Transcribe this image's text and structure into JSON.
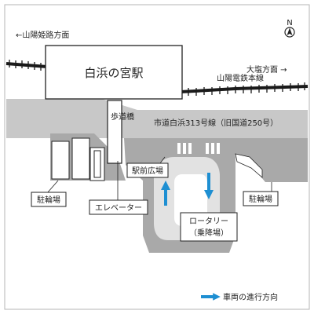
{
  "compass": {
    "label": "N"
  },
  "directions": {
    "west_line": "←山陽姫路方面",
    "east_line": "大塩方面 →"
  },
  "railway": {
    "label": "山陽電鉄本線"
  },
  "station": {
    "name": "白浜の宮駅"
  },
  "road": {
    "label": "市道白浜313号線（旧国道250号）"
  },
  "labels": {
    "footbridge": "歩道橋",
    "station_plaza": "駅前広場",
    "bicycle_parking_left": "駐輪場",
    "bicycle_parking_right": "駐輪場",
    "elevator": "エレベーター",
    "rotary_line1": "ロータリー",
    "rotary_line2": "（乗降場）"
  },
  "legend": {
    "label": "車両の進行方向"
  },
  "colors": {
    "road_gray": "#c8c8c8",
    "area_gray": "#a9a9a9",
    "plaza_light": "#e2e2e2",
    "arrow_blue": "#1e8fd2",
    "rail_black": "#1a1a1a"
  }
}
